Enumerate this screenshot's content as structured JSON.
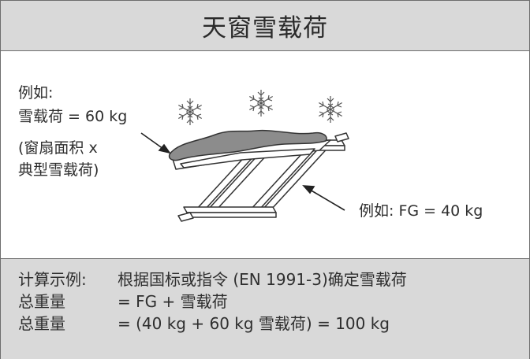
{
  "header": {
    "title": "天窗雪载荷"
  },
  "illustration": {
    "example_label": "例如:",
    "snow_load_line": "雪载荷 = 60 kg",
    "note_line1": "(窗扇面积 x",
    "note_line2": "典型雪载荷)",
    "fg_label": "例如: FG = 40 kg",
    "icons": [
      "snowflake-icon",
      "snowflake-icon",
      "snowflake-icon"
    ]
  },
  "calculation": {
    "rows": [
      {
        "label": "计算示例:",
        "value": "根据国标或指令 (EN 1991-3)确定雪载荷"
      },
      {
        "label": "总重量",
        "value": "= FG + 雪载荷"
      },
      {
        "label": "总重量",
        "value": "= (40 kg + 60 kg 雪载荷) = 100 kg"
      }
    ]
  },
  "colors": {
    "panel_gray": "#d9d9d9",
    "border": "#6e6e6e",
    "snow_fill": "#8c8c8c"
  }
}
